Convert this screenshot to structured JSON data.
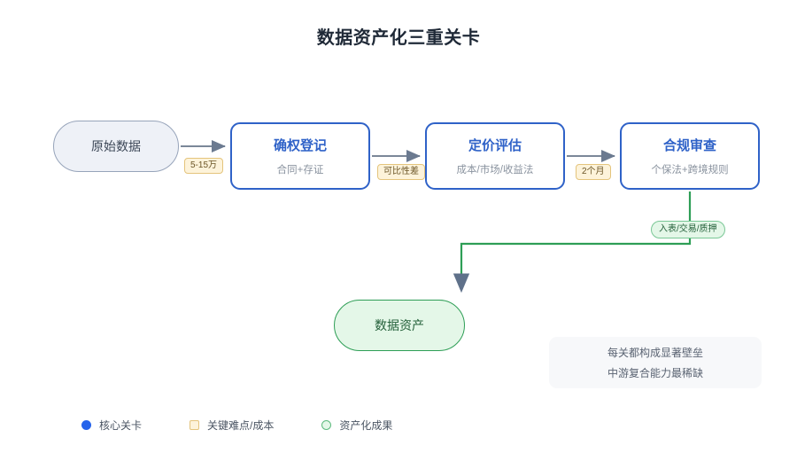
{
  "title": "数据资产化三重关卡",
  "nodes": {
    "source": {
      "label": "原始数据"
    },
    "gates": [
      {
        "title": "确权登记",
        "subtitle": "合同+存证"
      },
      {
        "title": "定价评估",
        "subtitle": "成本/市场/收益法"
      },
      {
        "title": "合规审查",
        "subtitle": "个保法+跨境规则"
      }
    ],
    "asset": {
      "label": "数据资产"
    }
  },
  "edge_badges": [
    {
      "text": "5-15万",
      "kind": "cost"
    },
    {
      "text": "可比性差",
      "kind": "cost"
    },
    {
      "text": "2个月",
      "kind": "cost"
    },
    {
      "text": "入表/交易/质押",
      "kind": "outcome"
    }
  ],
  "note": {
    "lines": [
      "每关都构成显著壁垒",
      "中游复合能力最稀缺"
    ]
  },
  "legend": [
    {
      "marker": "filled-circle-blue",
      "label": "核心关卡"
    },
    {
      "marker": "square-yellow",
      "label": "关键难点/成本"
    },
    {
      "marker": "outline-circle-green",
      "label": "资产化成果"
    }
  ],
  "colors": {
    "background": "#ffffff",
    "title_text": "#1f2937",
    "gate_border": "#2f62c8",
    "gate_title": "#2f62c8",
    "gate_subtitle": "#8a939f",
    "source_border": "#97a4ba",
    "source_fill": "#eef1f7",
    "asset_border": "#2e9e56",
    "asset_fill": "#e4f7e8",
    "badge_cost_fill": "#fdf3da",
    "badge_cost_border": "#e4c47c",
    "badge_outcome_fill": "#e4f7e8",
    "badge_outcome_border": "#79c795",
    "connector_gray": "#7b8798",
    "connector_green": "#2e9e56",
    "note_fill": "#f7f8fa",
    "legend_core": "#2563eb"
  }
}
